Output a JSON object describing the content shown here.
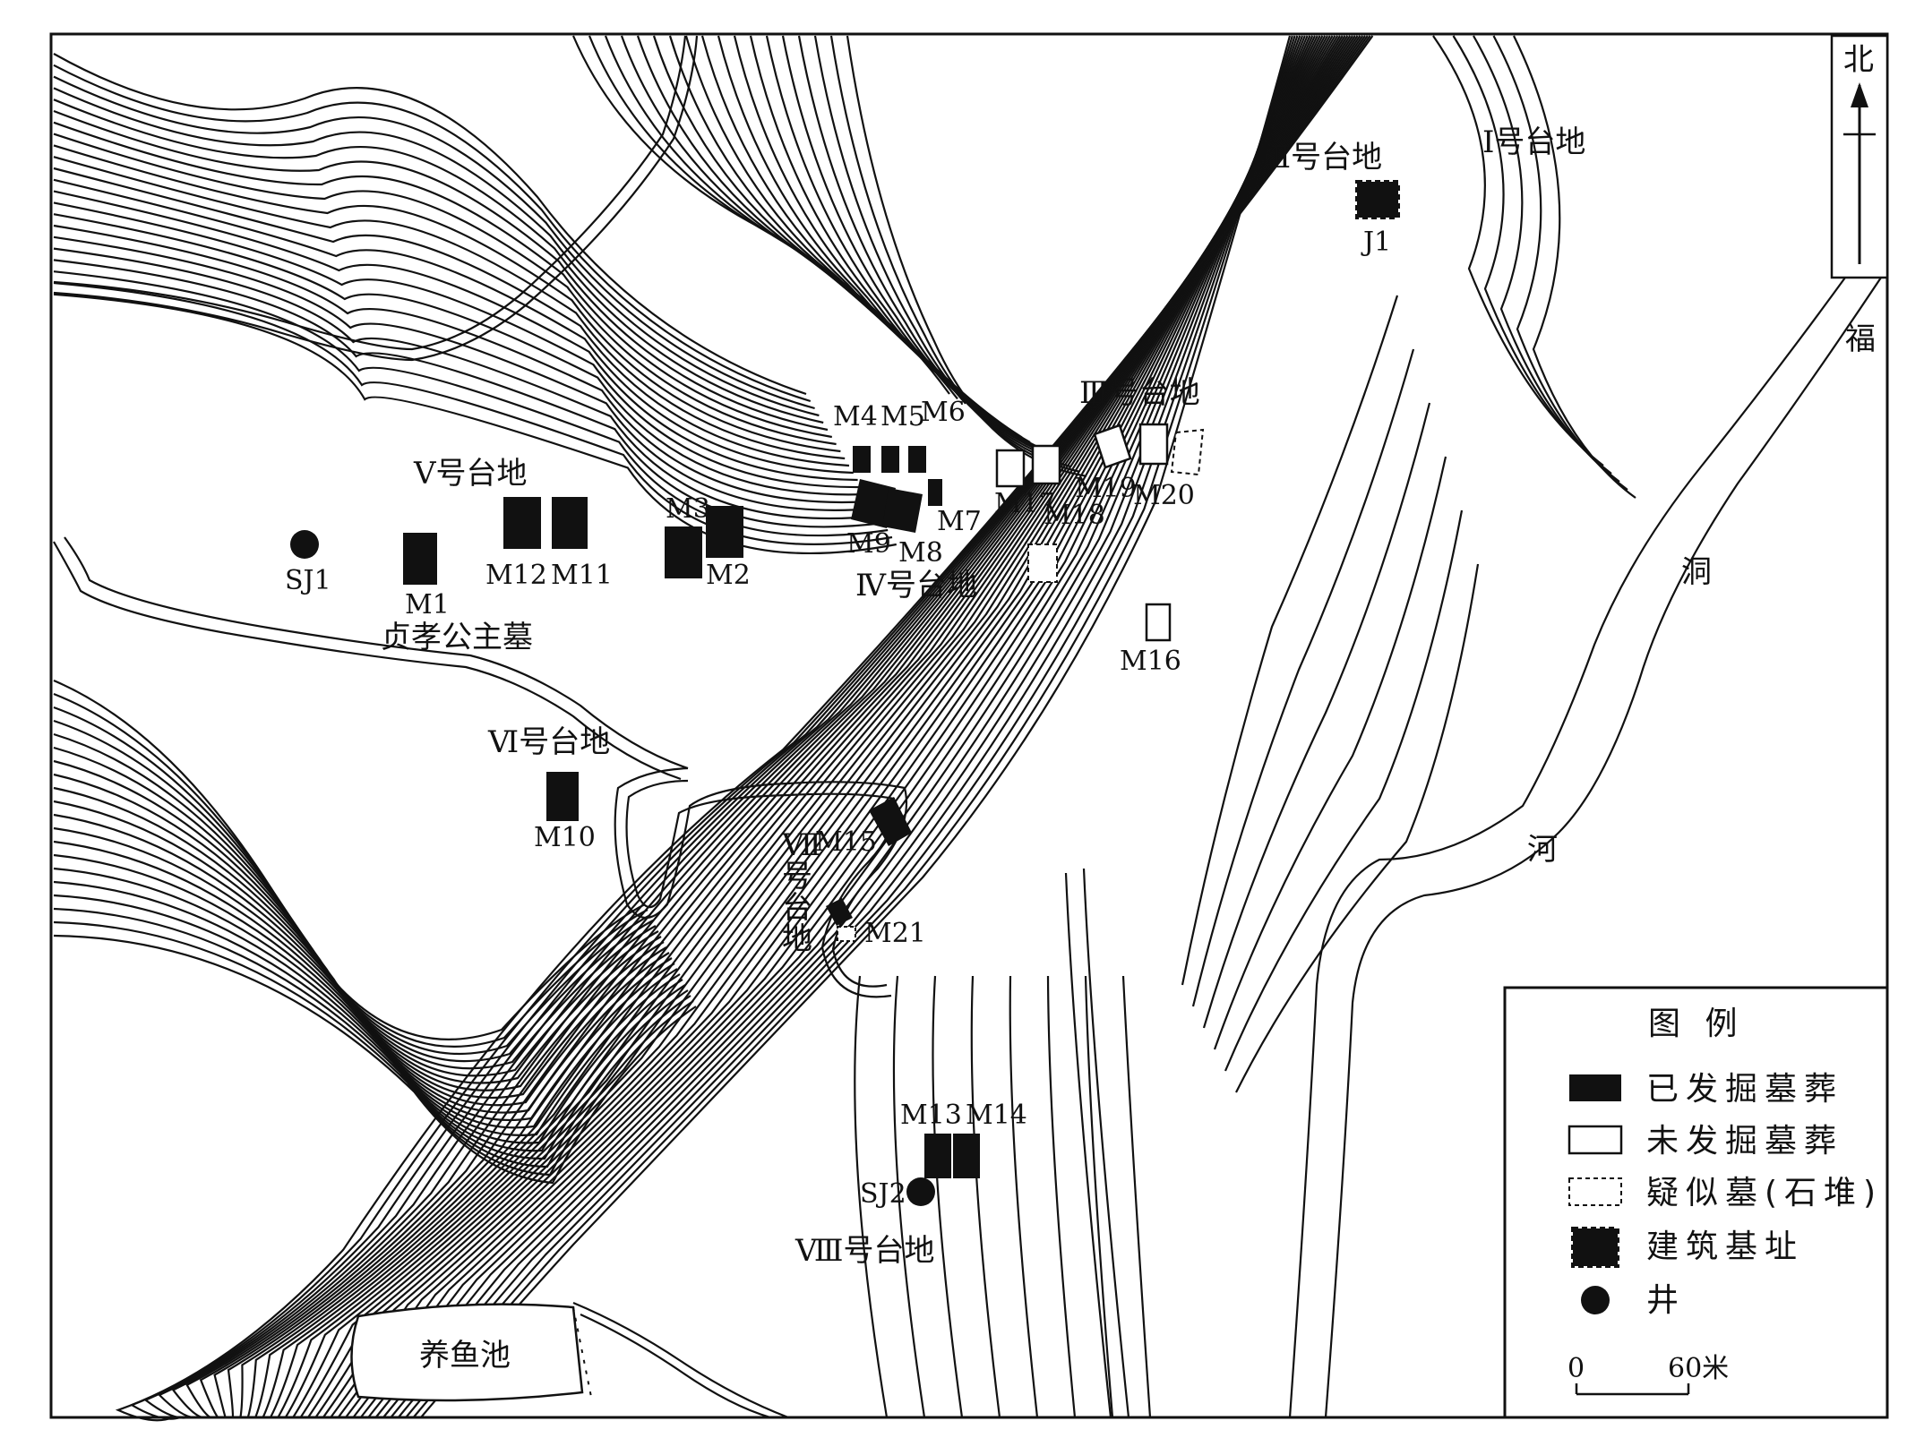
{
  "north_label": "北",
  "terraces": {
    "t1": "Ⅰ号台地",
    "t2": "Ⅱ号台地",
    "t3": "Ⅲ号台地",
    "t4": "Ⅳ号台地",
    "t5": "Ⅴ号台地",
    "t6": "Ⅵ号台地",
    "t7_a": "Ⅶ",
    "t7_b": "号",
    "t7_c": "台",
    "t7_d": "地",
    "t8": "Ⅷ号台地"
  },
  "river": [
    "福",
    "洞",
    "河"
  ],
  "pond": "养鱼池",
  "tomb_name": "贞孝公主墓",
  "features": {
    "M1": "M1",
    "M2": "M2",
    "M3": "M3",
    "M4": "M4",
    "M5": "M5",
    "M6": "M6",
    "M7": "M7",
    "M8": "M8",
    "M9": "M9",
    "M10": "M10",
    "M11": "M11",
    "M12": "M12",
    "M13": "M13",
    "M14": "M14",
    "M15": "M15",
    "M16": "M16",
    "M17": "M17",
    "M18": "M18",
    "M19": "M19",
    "M20": "M20",
    "M21": "M21",
    "J1": "J1",
    "SJ1": "SJ1",
    "SJ2": "SJ2"
  },
  "legend": {
    "title": "图  例",
    "items": [
      {
        "label": "已发掘墓葬",
        "symbol": "excavated-tomb"
      },
      {
        "label": "未发掘墓葬",
        "symbol": "unexcavated-tomb"
      },
      {
        "label": "疑似墓(石堆)",
        "symbol": "suspected-tomb"
      },
      {
        "label": "建筑基址",
        "symbol": "building-foundation"
      },
      {
        "label": "井",
        "symbol": "well"
      }
    ],
    "scale_start": "0",
    "scale_end": "60米"
  }
}
